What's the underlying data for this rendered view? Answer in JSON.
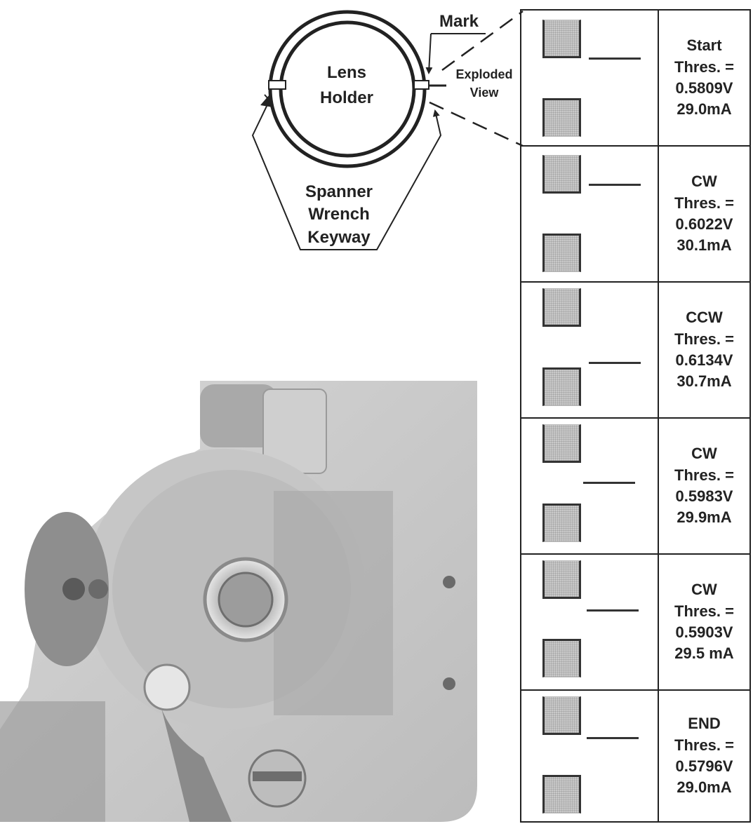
{
  "diagram": {
    "lens_holder": "Lens\nHolder",
    "mark": "Mark",
    "exploded_view": "Exploded\nView",
    "keyway": "Spanner\nWrench\nKeyway"
  },
  "steps": [
    {
      "label": "Start",
      "thres_label": "Thres. =",
      "voltage": "0.5809V",
      "current": "29.0mA"
    },
    {
      "label": "CW",
      "thres_label": "Thres. =",
      "voltage": "0.6022V",
      "current": "30.1mA"
    },
    {
      "label": "CCW",
      "thres_label": "Thres. =",
      "voltage": "0.6134V",
      "current": "30.7mA"
    },
    {
      "label": "CW",
      "thres_label": "Thres. =",
      "voltage": "0.5983V",
      "current": "29.9mA"
    },
    {
      "label": "CW",
      "thres_label": "Thres. =",
      "voltage": "0.5903V",
      "current": "29.5 mA"
    },
    {
      "label": "END",
      "thres_label": "Thres. =",
      "voltage": "0.5796V",
      "current": "29.0mA"
    }
  ]
}
